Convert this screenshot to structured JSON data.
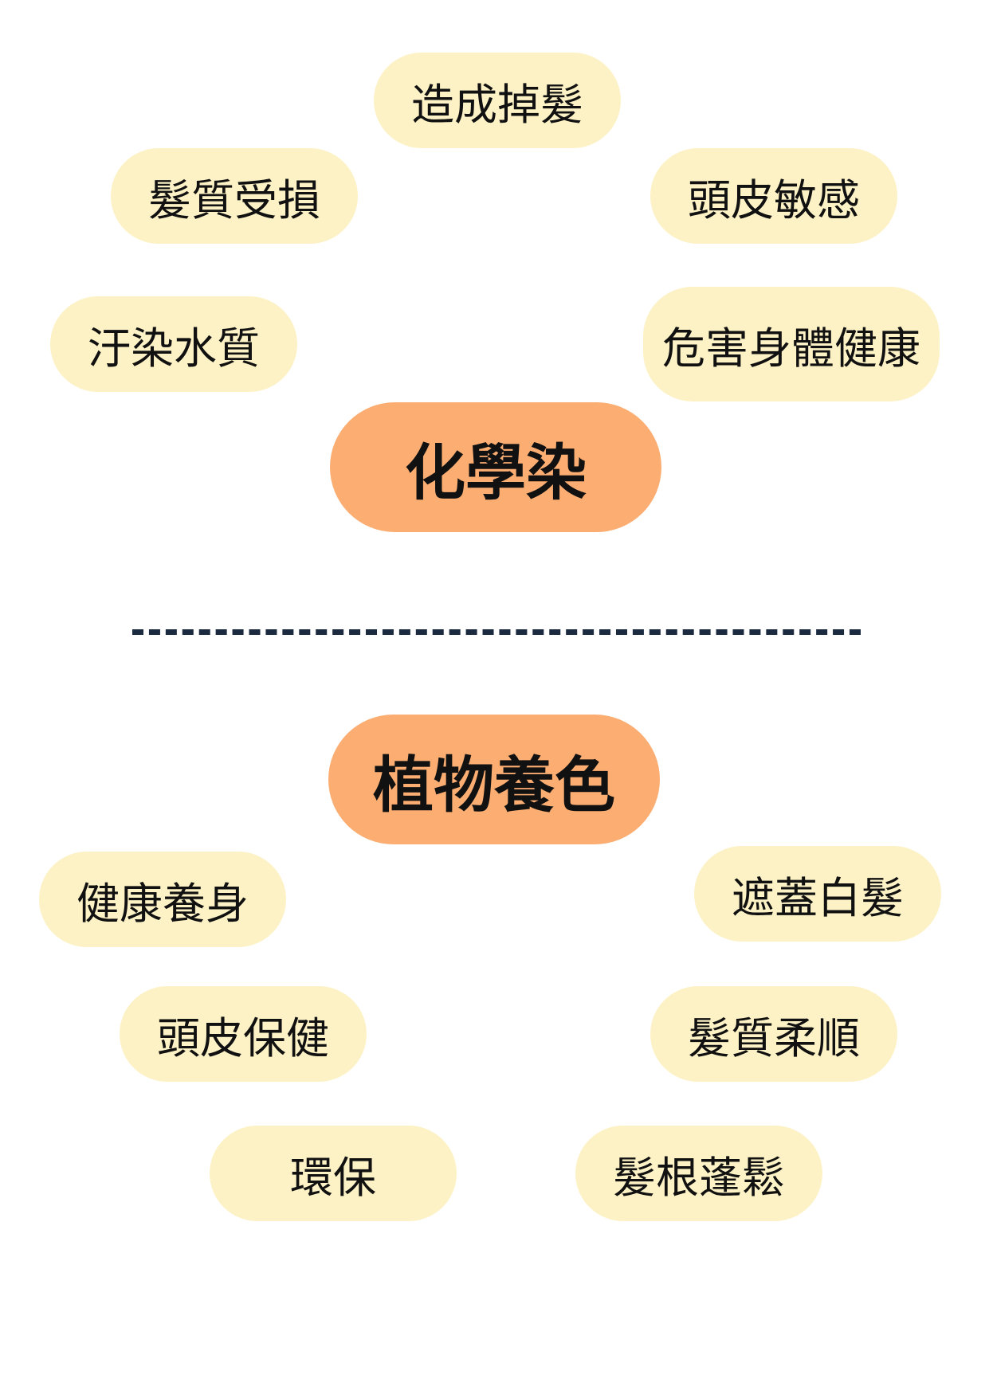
{
  "chemical": {
    "title": "化學染",
    "tags": [
      "造成掉髮",
      "髮質受損",
      "頭皮敏感",
      "汙染水質",
      "危害身體健康"
    ]
  },
  "plant": {
    "title": "植物養色",
    "tags": [
      "健康養身",
      "遮蓋白髮",
      "頭皮保健",
      "髮質柔順",
      "環保",
      "髮根蓬鬆"
    ]
  },
  "colors": {
    "main_pill": "#fbad72",
    "tag_pill": "#fdf2c6",
    "divider": "#1c2a3f"
  }
}
